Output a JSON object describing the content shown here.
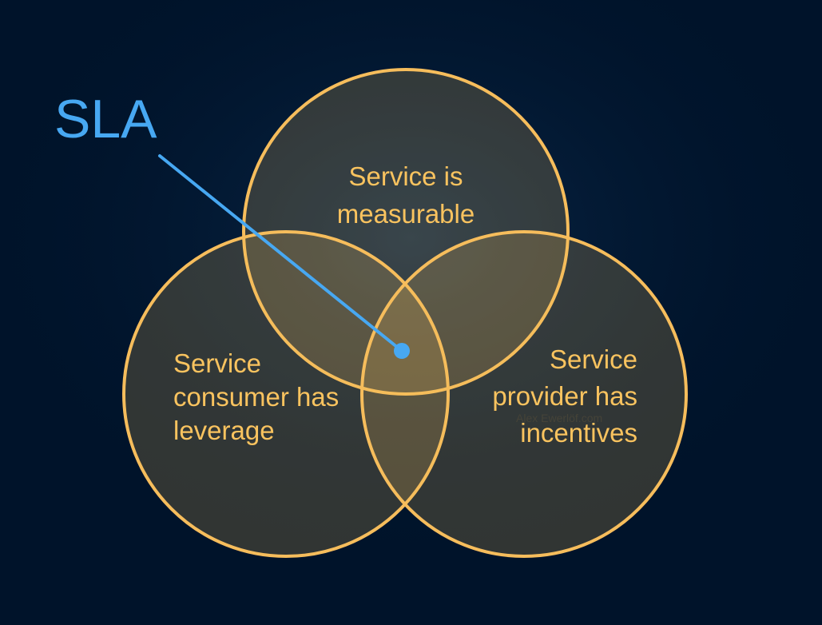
{
  "diagram": {
    "pointer_label": "SLA",
    "circles": {
      "top": {
        "lines": [
          "Service is",
          "measurable"
        ]
      },
      "left": {
        "lines": [
          "Service",
          "consumer has",
          "leverage"
        ]
      },
      "right": {
        "lines": [
          "Service",
          "provider has",
          "incentives"
        ]
      }
    },
    "watermark": "Alex Ewerlöf.com",
    "colors": {
      "background": "#00132a",
      "circle_stroke": "#f6bd5c",
      "circle_fill": "#f6bd5c",
      "label_text": "#f9c35f",
      "pointer": "#47a8f2"
    }
  }
}
